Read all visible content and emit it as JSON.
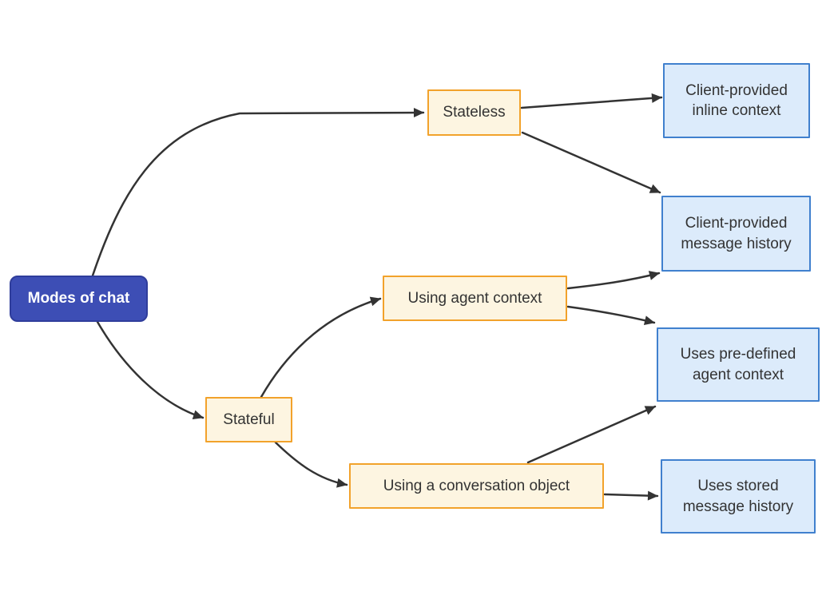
{
  "diagram": {
    "title": "Modes of chat diagram",
    "colors": {
      "background": "#ffffff",
      "root_fill": "#3D4EB5",
      "root_border": "#2F3D9B",
      "root_text": "#ffffff",
      "branch_fill": "#FDF5E1",
      "branch_border": "#F2A22B",
      "leaf_fill": "#DCEBFB",
      "leaf_border": "#4080CE",
      "node_text": "#333333",
      "edge_stroke": "#333333"
    },
    "nodes": {
      "modes_of_chat": {
        "label": "Modes of chat",
        "type": "root"
      },
      "stateless": {
        "label": "Stateless",
        "type": "branch"
      },
      "stateful": {
        "label": "Stateful",
        "type": "branch"
      },
      "using_agent_context": {
        "label": "Using agent context",
        "type": "branch"
      },
      "using_conversation_object": {
        "label": "Using a conversation object",
        "type": "branch"
      },
      "client_provided_inline_context": {
        "label": "Client-provided inline context",
        "type": "leaf"
      },
      "client_provided_message_history": {
        "label": "Client-provided message history",
        "type": "leaf"
      },
      "uses_predefined_agent_context": {
        "label": "Uses pre-defined agent context",
        "type": "leaf"
      },
      "uses_stored_message_history": {
        "label": "Uses stored message history",
        "type": "leaf"
      }
    },
    "edges": [
      {
        "from": "modes_of_chat",
        "to": "stateless"
      },
      {
        "from": "modes_of_chat",
        "to": "stateful"
      },
      {
        "from": "stateless",
        "to": "client_provided_inline_context"
      },
      {
        "from": "stateless",
        "to": "client_provided_message_history"
      },
      {
        "from": "stateful",
        "to": "using_agent_context"
      },
      {
        "from": "stateful",
        "to": "using_conversation_object"
      },
      {
        "from": "using_agent_context",
        "to": "client_provided_message_history"
      },
      {
        "from": "using_agent_context",
        "to": "uses_predefined_agent_context"
      },
      {
        "from": "using_conversation_object",
        "to": "uses_predefined_agent_context"
      },
      {
        "from": "using_conversation_object",
        "to": "uses_stored_message_history"
      }
    ]
  }
}
